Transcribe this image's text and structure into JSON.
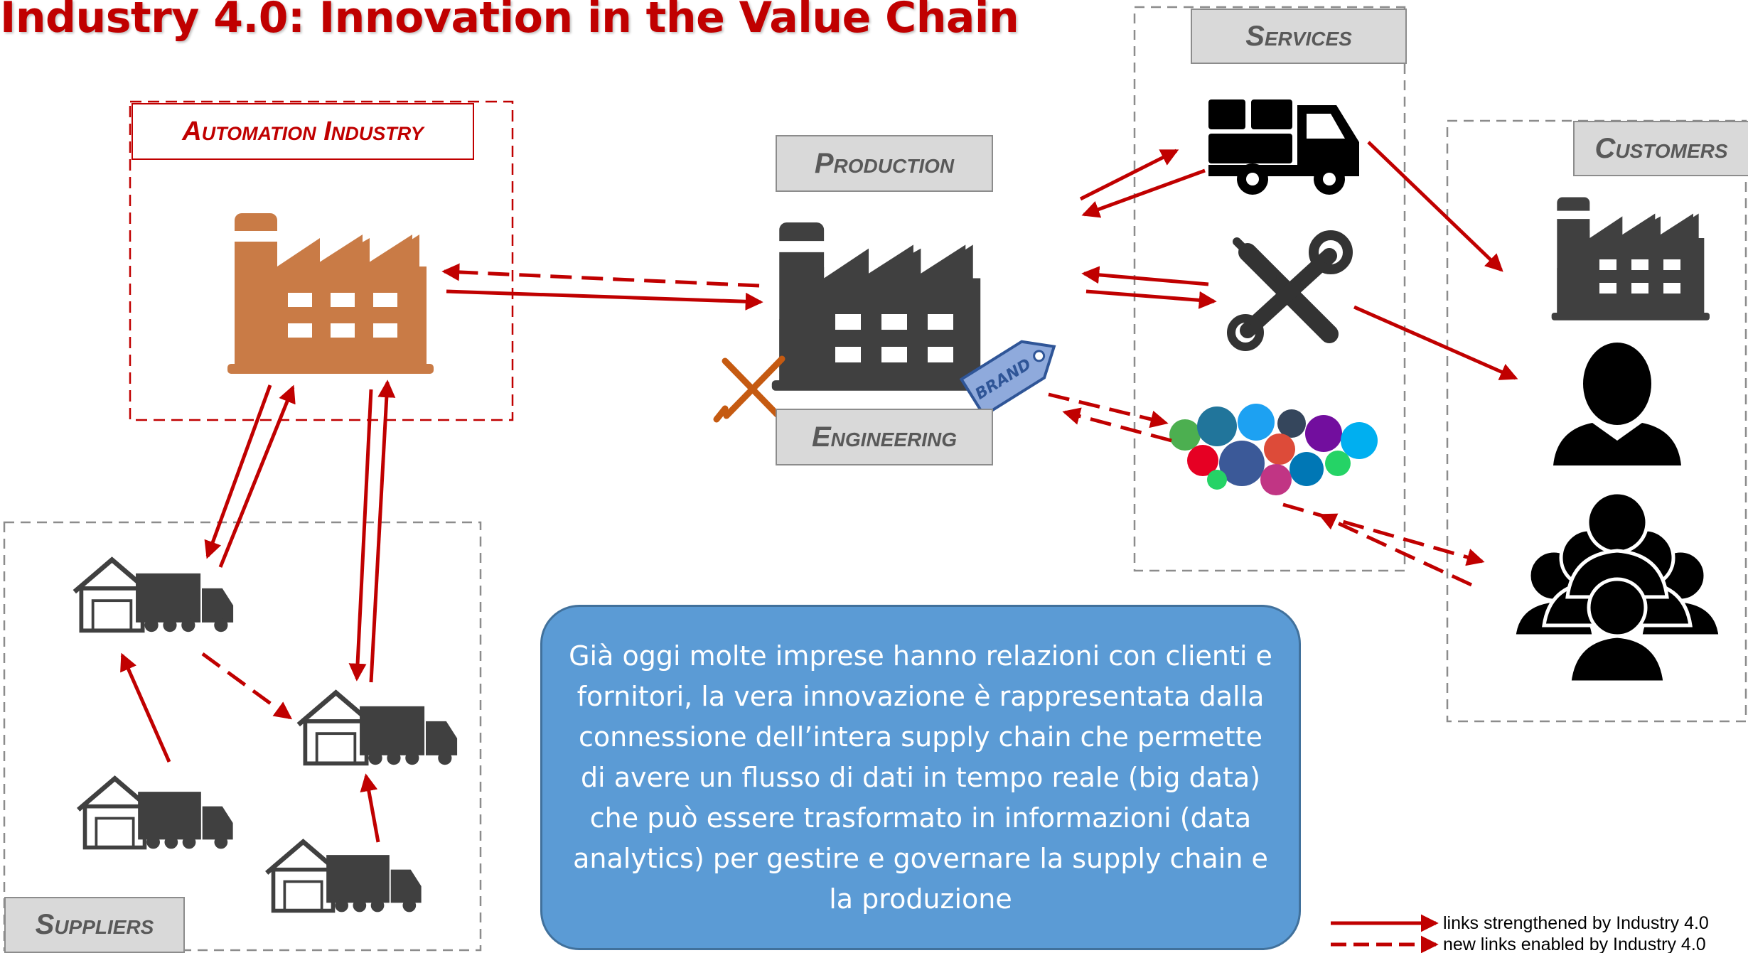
{
  "title": "Industry 4.0: Innovation in the Value Chain",
  "labels": {
    "automation": "Automation Industry",
    "production": "Production",
    "engineering": "Engineering",
    "services": "Services",
    "customers": "Customers",
    "suppliers": "Suppliers"
  },
  "brand_tag": "BRAND",
  "callout": "Già oggi molte imprese hanno relazioni con clienti e fornitori, la vera innovazione è rappresentata dalla connessione dell’intera supply chain che permette di avere un flusso di dati in tempo reale (big data) che può essere trasformato in informazioni (data analytics) per gestire e governare la supply chain e la produzione",
  "legend": {
    "solid": "links strengthened by Industry 4.0",
    "dashed": "new links enabled by Industry 4.0"
  },
  "icons": {
    "automation_factory": "factory-icon",
    "production_factory": "factory-icon",
    "customer_factory": "factory-icon",
    "services": [
      "delivery-truck-icon",
      "tools-icon",
      "social-media-icon"
    ],
    "customers": [
      "factory-icon",
      "person-icon",
      "group-icon"
    ],
    "suppliers": [
      "warehouse-truck-icon"
    ],
    "engineering": "ruler-pencil-icon",
    "brand": "brand-tag-icon"
  },
  "colors": {
    "accent_red": "#c00000",
    "automation_orange": "#c97b46",
    "factory_gray": "#404040",
    "callout_blue": "#5b9bd5",
    "label_gray": "#d9d9d9"
  }
}
